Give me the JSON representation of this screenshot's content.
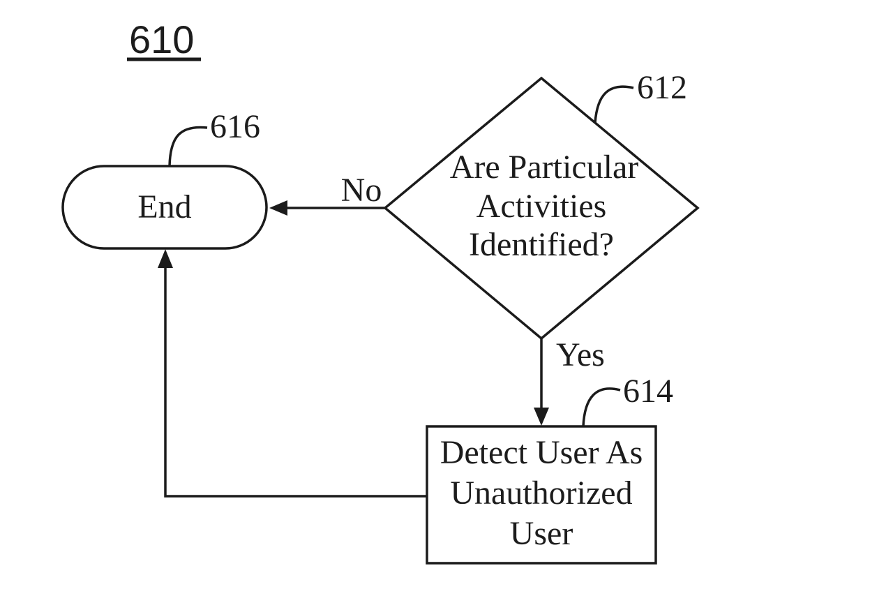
{
  "diagram": {
    "figure_label": "610",
    "decision": {
      "ref": "612",
      "line1": "Are Particular",
      "line2": "Activities",
      "line3": "Identified?"
    },
    "process": {
      "ref": "614",
      "line1": "Detect User As",
      "line2": "Unauthorized",
      "line3": "User"
    },
    "terminator": {
      "ref": "616",
      "label": "End"
    },
    "edges": {
      "no_label": "No",
      "yes_label": "Yes"
    },
    "colors": {
      "ink": "#1b1b1b",
      "background": "#ffffff"
    }
  }
}
